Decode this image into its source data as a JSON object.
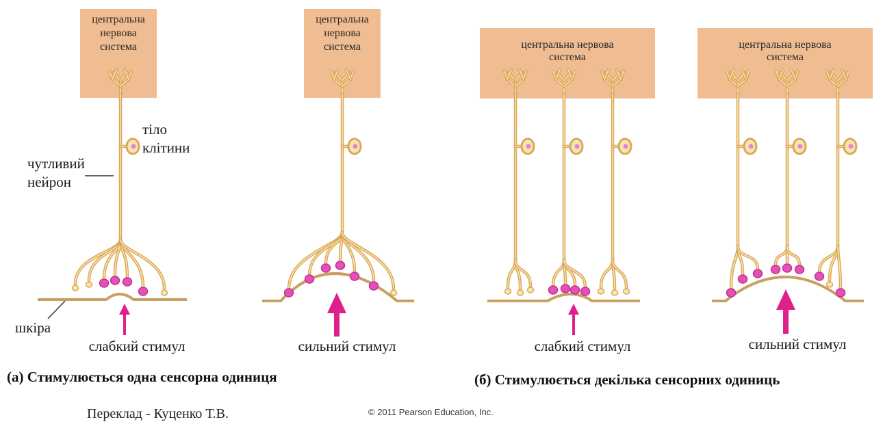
{
  "panels": [
    {
      "cns": [
        "центральна",
        "нервова",
        "система"
      ],
      "stimulus": "слабкий стимул"
    },
    {
      "cns": [
        "центральна",
        "нервова",
        "система"
      ],
      "stimulus": "сильний стимул"
    },
    {
      "cns": [
        "центральна нервова",
        "система"
      ],
      "stimulus": "слабкий стимул"
    },
    {
      "cns": [
        "центральна нервова",
        "система"
      ],
      "stimulus": "сильний стимул"
    }
  ],
  "labels": {
    "cell_body": [
      "тіло",
      "клітини"
    ],
    "sensory_neuron": [
      "чутливий",
      "нейрон"
    ],
    "skin": "шкіра"
  },
  "captions": {
    "a": "(а)  Стимулюється одна сенсорна одиниця",
    "b": "(б) Стимулюється декілька сенсорних одиниць"
  },
  "footer": {
    "translation": "Переклад - Куценко Т.В.",
    "copyright": "© 2011 Pearson Education, Inc."
  },
  "colors": {
    "cns_box": "#f0bc92",
    "axon": "#d9a85a",
    "axon_core": "#fbe3b0",
    "nucleus": "#d98ad0",
    "receptor_active": "#e54fb8",
    "skin": "#c9a061",
    "arrow": "#e0208a"
  }
}
